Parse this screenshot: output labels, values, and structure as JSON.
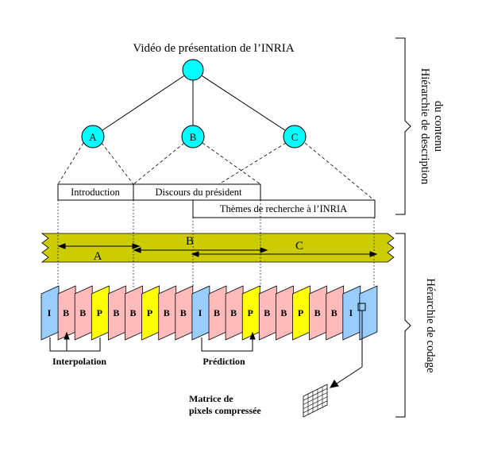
{
  "title": "Vidéo de présentation de l’INRIA",
  "nodes": [
    "A",
    "B",
    "C"
  ],
  "segments": {
    "introduction": "Introduction",
    "discours": "Discours du président",
    "themes": "Thèmes de recherche à l’INRIA"
  },
  "band_labels": {
    "a": "A",
    "b": "B",
    "c": "C"
  },
  "frames": [
    "I",
    "B",
    "B",
    "P",
    "B",
    "B",
    "P",
    "B",
    "B",
    "I",
    "B",
    "B",
    "P",
    "B",
    "B",
    "P",
    "B",
    "B",
    "I",
    ""
  ],
  "labels": {
    "interpolation": "Interpolation",
    "prediction": "Prédiction",
    "matrix_line1": "Matrice de",
    "matrix_line2": "pixels compressée"
  },
  "side_labels": {
    "description_line1": "Hiérarchie de description",
    "description_line2": "du contenu",
    "coding": "Hérarchie de codage"
  },
  "colors": {
    "node": "#00ffff",
    "band": "#cccc00",
    "frame_I": "#99ccff",
    "frame_B": "#ffbbbb",
    "frame_P": "#ffff00"
  }
}
